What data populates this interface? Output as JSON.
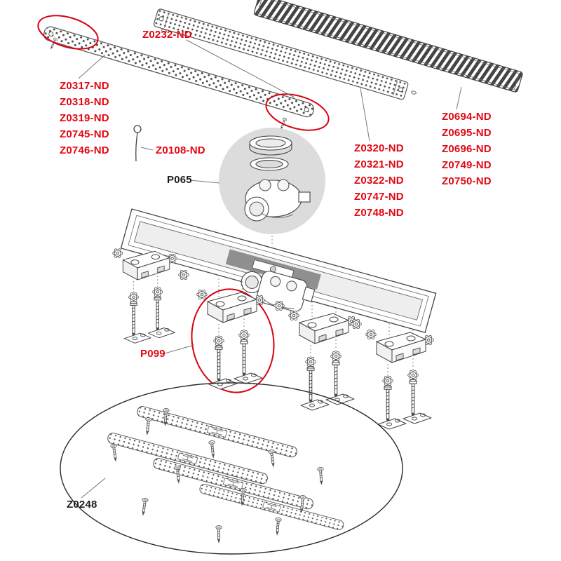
{
  "diagram": {
    "colors": {
      "label_red": "#e30613",
      "label_black": "#1d1d1b",
      "leader_line": "#7a7a7a",
      "highlight": "#d9000d"
    },
    "labels": {
      "grate_screw": "Z0232-ND",
      "grate_a_codes": [
        "Z0317-ND",
        "Z0318-ND",
        "Z0319-ND",
        "Z0745-ND",
        "Z0746-ND"
      ],
      "hook_pin": "Z0108-ND",
      "siphon_kit": "P065",
      "grate_b_codes": [
        "Z0320-ND",
        "Z0321-ND",
        "Z0322-ND",
        "Z0747-ND",
        "Z0748-ND"
      ],
      "grate_c_codes": [
        "Z0694-ND",
        "Z0695-ND",
        "Z0696-ND",
        "Z0749-ND",
        "Z0750-ND"
      ],
      "mounting_kit": "P099",
      "tile_strip_kit": "Z0248"
    }
  }
}
